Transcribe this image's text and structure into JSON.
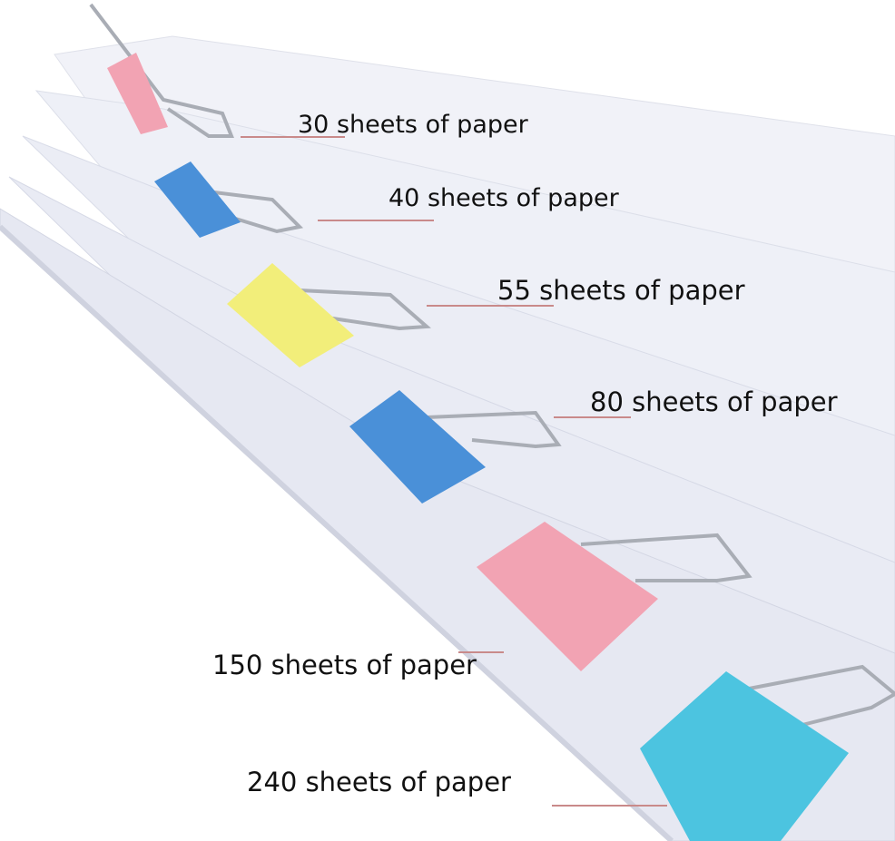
{
  "labels": [
    "30 sheets of paper",
    "40 sheets of paper",
    "55 sheets of paper",
    "80 sheets of paper",
    "150 sheets of paper",
    "240 sheets of paper"
  ],
  "colors": {
    "paper": "#eef0f7",
    "paper_shadow": "#d8dbe8",
    "clip_pink": "#f2a3b3",
    "clip_blue": "#4a90d8",
    "clip_yellow": "#f2ee7a",
    "clip_cyan": "#4cc4e0",
    "leader_line": "#c98a8a"
  }
}
